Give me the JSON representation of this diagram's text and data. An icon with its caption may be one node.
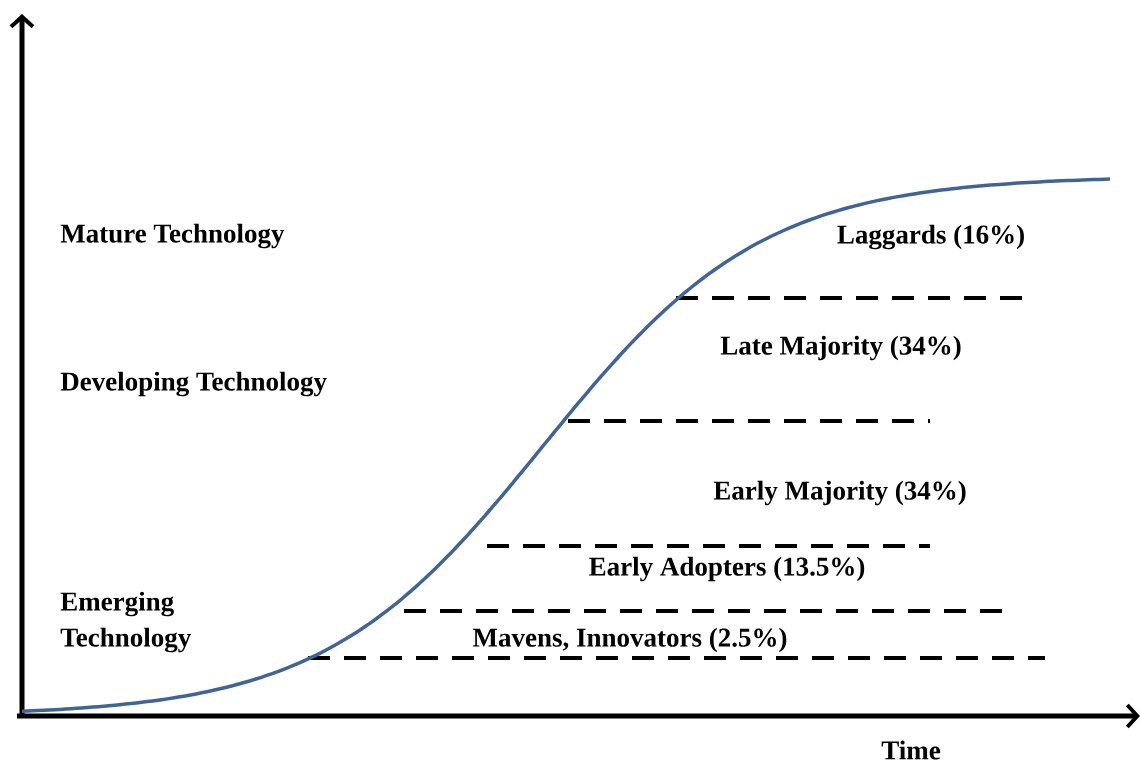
{
  "diagram": {
    "labels": [
      "Mature Technology",
      "Laggards (16%)",
      "Late Majority (34%)",
      "Developing Technology",
      "Early Majority (34%)",
      "Early Adopters (13.5%)",
      "Emerging Technology",
      "Mavens, Innovators (2.5%)",
      "Time"
    ]
  }
}
